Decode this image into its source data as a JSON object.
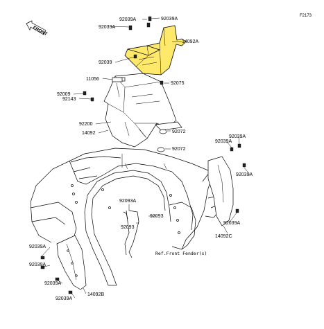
{
  "diagram_code": "F2173",
  "front_label": "FRONT",
  "reference": "Ref.Front Fender(s)",
  "highlight_color": "#ffe96b",
  "labels": {
    "p92039a_top_r": "92039A",
    "p92039a_top_l": "92039A",
    "p92039a_top_l2": "92039A",
    "p14092a": "14092A",
    "p92039": "92039",
    "p11056": "11056",
    "p92075": "92075",
    "p92009": "92009",
    "p92143": "92143",
    "p92200": "92200",
    "p14092": "14092",
    "p92072a": "92072",
    "p92072b": "92072",
    "p92039a_r1": "92039A",
    "p92039a_r2": "92039A",
    "p92039a_r3": "92039A",
    "p92093a": "92093A",
    "p92093_1": "92093",
    "p92093_2": "92093",
    "p92039a_r4": "92039A",
    "p14092c": "14092C",
    "p92039a_l1": "92039A",
    "p92039a_l2": "92039A",
    "p92039a_l3": "92039A",
    "p92039a_l4": "92039A",
    "p14092b": "14092B"
  }
}
